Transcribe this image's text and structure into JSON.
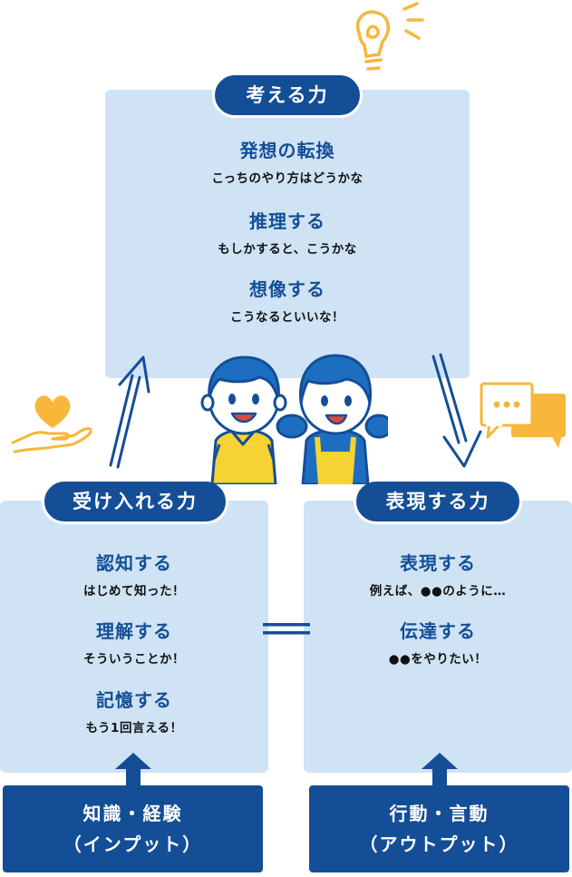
{
  "think": {
    "title": "考える力",
    "items": [
      {
        "title": "発想の転換",
        "sub": "こっちのやり方はどうかな"
      },
      {
        "title": "推理する",
        "sub": "もしかすると、こうかな"
      },
      {
        "title": "想像する",
        "sub": "こうなるといいな！"
      }
    ]
  },
  "receive": {
    "title": "受け入れる力",
    "items": [
      {
        "title": "認知する",
        "sub": "はじめて知った！"
      },
      {
        "title": "理解する",
        "sub": "そういうことか！"
      },
      {
        "title": "記憶する",
        "sub": "もう1回言える！"
      }
    ]
  },
  "express": {
    "title": "表現する力",
    "items": [
      {
        "title": "表現する",
        "sub": "例えば、●●のように…"
      },
      {
        "title": "伝達する",
        "sub": "●●をやりたい！"
      }
    ]
  },
  "input": {
    "line1": "知識・経験",
    "line2": "（インプット）"
  },
  "output": {
    "line1": "行動・言動",
    "line2": "（アウトプット）"
  },
  "colors": {
    "navy": "#144e97",
    "panel": "#cfe3f5",
    "accent": "#f7b73a"
  }
}
